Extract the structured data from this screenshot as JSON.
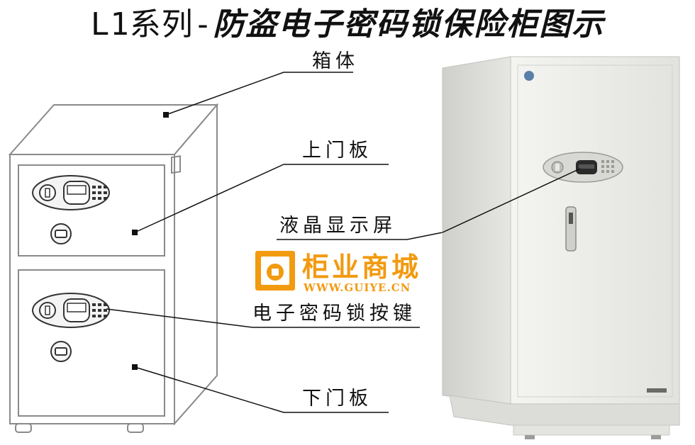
{
  "title": {
    "prefix": "L1系列-",
    "main": "防盗电子密码锁保险柜图示"
  },
  "labels": {
    "cabinet": "箱体",
    "upper_door": "上门板",
    "lcd": "液晶显示屏",
    "keypad": "电子密码锁按键",
    "lower_door": "下门板"
  },
  "watermark": {
    "name": "柜业商城",
    "url": "WWW.GUIYE.CN"
  },
  "colors": {
    "watermark": "#f29a10",
    "line": "#111111",
    "safe_body": "#eeeeea"
  }
}
